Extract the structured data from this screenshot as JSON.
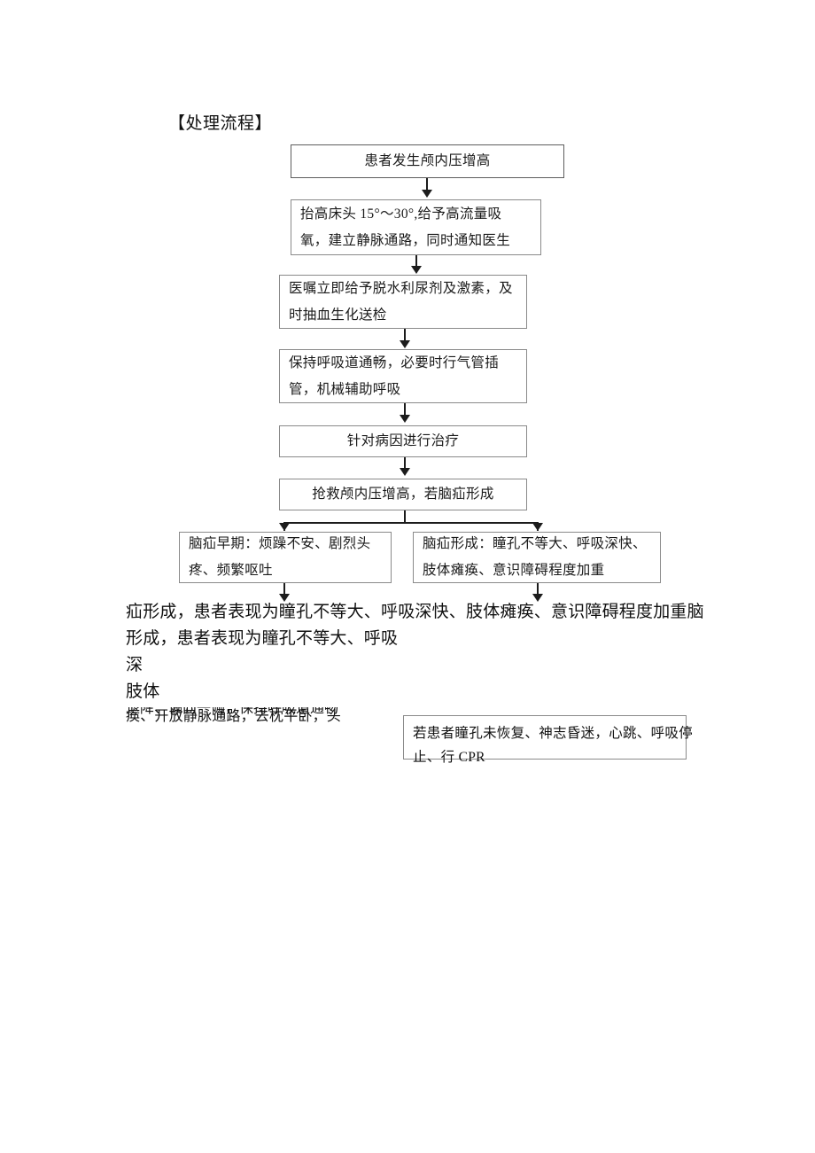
{
  "document": {
    "section_heading": "【处理流程】"
  },
  "flowchart": {
    "nodes": [
      {
        "id": "onset",
        "lines": [
          "患者发生颅内压增高"
        ],
        "align": "center"
      },
      {
        "id": "positioning-oxygen",
        "lines": [
          "抬高床头 15°～30°,给予高流量吸",
          "氧，建立静脉通路，同时通知医生"
        ],
        "align": "left"
      },
      {
        "id": "dehydration-drugs",
        "lines": [
          "医嘱立即给予脱水利尿剂及激素，及",
          "时抽血生化送检"
        ],
        "align": "left"
      },
      {
        "id": "airway-management",
        "lines": [
          "保持呼吸道通畅，必要时行气管插",
          "管，机械辅助呼吸"
        ],
        "align": "left"
      },
      {
        "id": "treat-cause",
        "lines": [
          "针对病因进行治疗"
        ],
        "align": "center"
      },
      {
        "id": "rescue-herniation",
        "lines": [
          "抢救颅内压增高，若脑疝形成"
        ],
        "align": "center"
      },
      {
        "id": "herniation-early",
        "lines": [
          "脑疝早期：烦躁不安、剧烈头",
          "疼、频繁呕吐"
        ],
        "align": "left"
      },
      {
        "id": "herniation-formed",
        "lines": [
          "脑疝形成：瞳孔不等大、呼吸深快、",
          "肢体瘫痪、意识障碍程度加重"
        ],
        "align": "left"
      }
    ],
    "cpr_node": {
      "id": "cpr",
      "lines": [
        "若患者瞳孔未恢复、神志昏迷，心跳、呼吸停",
        "止、行 CPR"
      ]
    }
  },
  "overflow_text": {
    "lines": [
      "疝形成，患者表现为瞳孔不等大、呼吸深快、肢体瘫痪、意识障碍程度加重脑",
      "形成，患者表现为瞳孔不等大、呼吸",
      "深",
      "肢体"
    ],
    "small_line": "痪、开放静脉通路，去枕平卧，头",
    "clipped_line": "退降、偏向一侧，保持呼吸道通畅"
  },
  "colors": {
    "box_border": "#8a8a8a",
    "connector": "#1c1c1c",
    "text": "#1a1a1a",
    "background": "#ffffff"
  }
}
